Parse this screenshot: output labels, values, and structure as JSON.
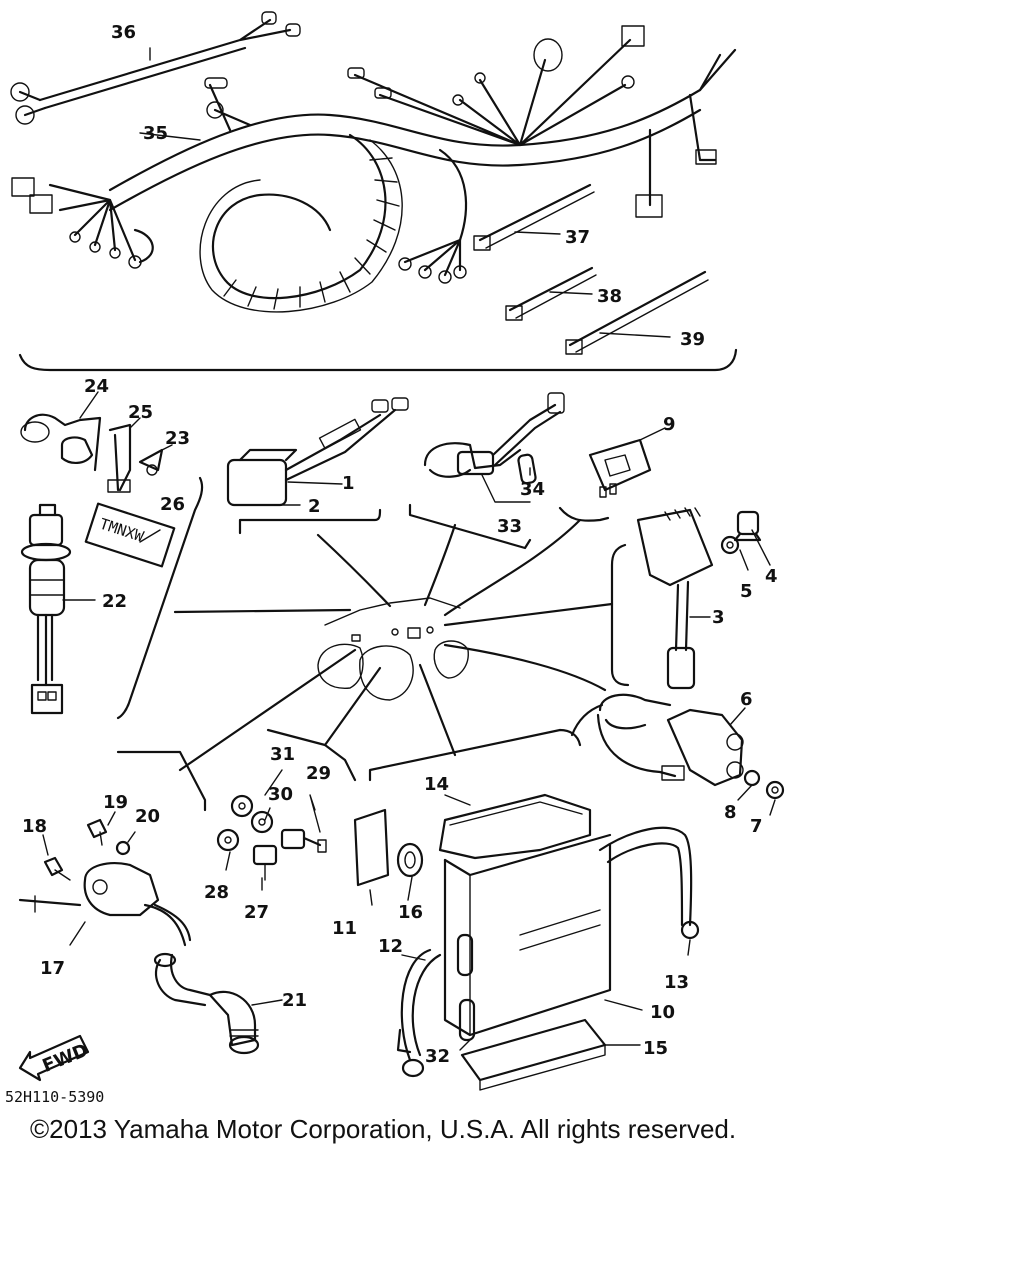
{
  "diagram": {
    "drawing_code": "52H110-5390",
    "fwd_label": "FWD",
    "callouts": [
      "1",
      "2",
      "3",
      "4",
      "5",
      "6",
      "7",
      "8",
      "9",
      "10",
      "11",
      "12",
      "13",
      "14",
      "15",
      "16",
      "17",
      "18",
      "19",
      "20",
      "21",
      "22",
      "23",
      "24",
      "25",
      "26",
      "27",
      "28",
      "29",
      "30",
      "31",
      "32",
      "33",
      "34",
      "35",
      "36",
      "37",
      "38",
      "39"
    ],
    "label_26_text": "TMNXW"
  },
  "footer": {
    "copyright": "©2013 Yamaha Motor Corporation, U.S.A. All rights reserved."
  }
}
